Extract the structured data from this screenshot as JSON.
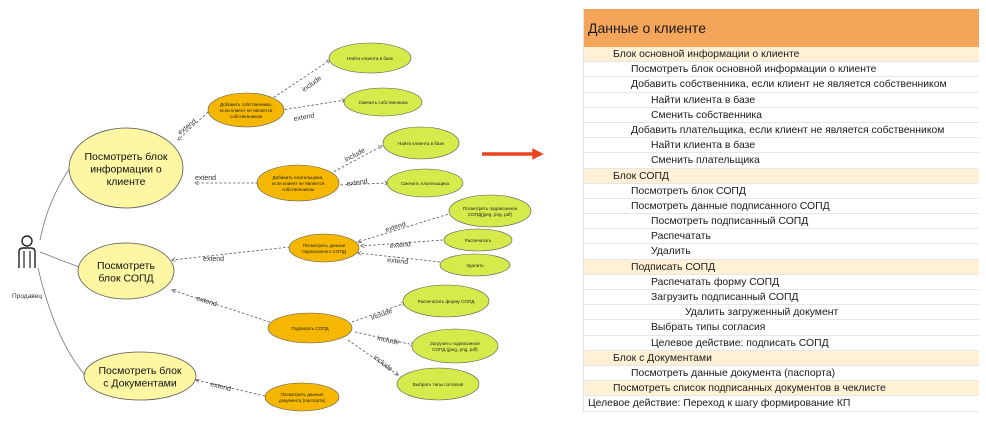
{
  "diagram": {
    "actor": {
      "label": "Продавец"
    },
    "use_cases": {
      "client_info": "Посмотреть блок|информации о|клиенте",
      "sopd": "Посмотреть|блок СОПД",
      "documents": "Посмотреть блок|с Документами"
    },
    "sub_cases": {
      "add_owner": "Добавить собственника,|если клиент не является|собственником",
      "add_payer": "Добавить плательщика,|если клиент не является|собственником",
      "view_sopd": "Посмотреть данные|подписанного СОПД",
      "sign_sopd": "Подписать СОПД",
      "view_doc": "Посмотреть данные|документа (паспорта)"
    },
    "leaf_cases": {
      "find_client_1": "Найти клиента в базе",
      "change_owner": "Сменить собственника",
      "find_client_2": "Найти клиента в базе",
      "change_payer": "Сменить плательщика",
      "view_signed": "Посмотреть подписанное|СОПД(jpeg, png, pdf)",
      "print": "Распечатать",
      "delete": "Удалить",
      "print_form": "Распечатать форму СОПД",
      "upload_signed": "Загрузить подписанное|СОПД (jpeg, png, pdf)",
      "choose_consent": "Выбрать типы согласия"
    },
    "relations": {
      "extend": "extend",
      "include": "include"
    },
    "colors": {
      "main_fill": "#fdf6a3",
      "sub_fill": "#f6b700",
      "leaf_fill": "#d7ea4b",
      "arrow": "#e8451f"
    }
  },
  "checklist": {
    "title": "Данные о клиенте",
    "rows": [
      {
        "text": "Блок основной информации о клиенте",
        "level": 1,
        "section": true
      },
      {
        "text": "Посмотреть блок основной информации о клиенте",
        "level": 2,
        "section": false
      },
      {
        "text": "Добавить собственника, если клиент не является собственником",
        "level": 2,
        "section": false
      },
      {
        "text": "Найти клиента в базе",
        "level": 3,
        "section": false
      },
      {
        "text": "Сменить собственника",
        "level": 3,
        "section": false
      },
      {
        "text": "Добавить плательщика, если клиент не является собственником",
        "level": 2,
        "section": false
      },
      {
        "text": "Найти клиента в базе",
        "level": 3,
        "section": false
      },
      {
        "text": "Сменить плательщика",
        "level": 3,
        "section": false
      },
      {
        "text": "Блок СОПД",
        "level": 1,
        "section": true
      },
      {
        "text": "Посмотреть блок СОПД",
        "level": 2,
        "section": false
      },
      {
        "text": "Посмотреть данные подписанного СОПД",
        "level": 2,
        "section": false
      },
      {
        "text": "Посмотреть подписанный СОПД",
        "level": 3,
        "section": false
      },
      {
        "text": "Распечатать",
        "level": 3,
        "section": false
      },
      {
        "text": "Удалить",
        "level": 3,
        "section": false
      },
      {
        "text": "Подписать СОПД",
        "level": 2,
        "section": true
      },
      {
        "text": "Распечатать форму СОПД",
        "level": 3,
        "section": false
      },
      {
        "text": "Загрузить подписанный СОПД",
        "level": 3,
        "section": false
      },
      {
        "text": "Удалить загруженный документ",
        "level": 4,
        "section": false
      },
      {
        "text": "Выбрать типы согласия",
        "level": 3,
        "section": false
      },
      {
        "text": "Целевое действие: подписать СОПД",
        "level": 3,
        "section": false
      },
      {
        "text": "Блок с Документами",
        "level": 1,
        "section": true
      },
      {
        "text": "Посмотреть данные документа (паспорта)",
        "level": 2,
        "section": false
      },
      {
        "text": "Посмотреть список подписанных документов в чеклисте",
        "level": 1,
        "section": true
      },
      {
        "text": "Целевое действие: Переход к шагу формирование КП",
        "level": 0,
        "section": false
      }
    ]
  }
}
